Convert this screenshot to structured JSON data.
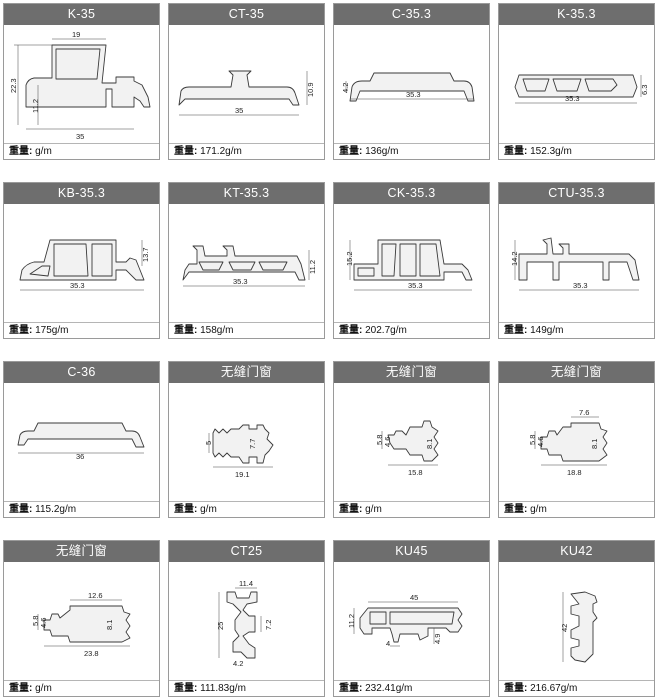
{
  "weight_label": "重量:",
  "cards": [
    {
      "title": "K-35",
      "weight": "g/m",
      "dims": [
        "19",
        "22.3",
        "11.2",
        "35"
      ]
    },
    {
      "title": "CT-35",
      "weight": "171.2g/m",
      "dims": [
        "10.9",
        "35"
      ]
    },
    {
      "title": "C-35.3",
      "weight": "136g/m",
      "dims": [
        "4.2",
        "35.3"
      ]
    },
    {
      "title": "K-35.3",
      "weight": "152.3g/m",
      "dims": [
        "6.3",
        "35.3"
      ]
    },
    {
      "title": "KB-35.3",
      "weight": "175g/m",
      "dims": [
        "13.7",
        "35.3"
      ]
    },
    {
      "title": "KT-35.3",
      "weight": "158g/m",
      "dims": [
        "11.2",
        "35.3"
      ]
    },
    {
      "title": "CK-35.3",
      "weight": "202.7g/m",
      "dims": [
        "15.2",
        "35.3"
      ]
    },
    {
      "title": "CTU-35.3",
      "weight": "149g/m",
      "dims": [
        "14.2",
        "35.3"
      ]
    },
    {
      "title": "C-36",
      "weight": "115.2g/m",
      "dims": [
        "36"
      ]
    },
    {
      "title": "无缝门窗",
      "weight": "g/m",
      "dims": [
        "5",
        "7.7",
        "19.1"
      ]
    },
    {
      "title": "无缝门窗",
      "weight": "g/m",
      "dims": [
        "5.8",
        "4.6",
        "8.1",
        "15.8"
      ]
    },
    {
      "title": "无缝门窗",
      "weight": "g/m",
      "dims": [
        "7.6",
        "5.8",
        "4.6",
        "8.1",
        "18.8"
      ]
    },
    {
      "title": "无缝门窗",
      "weight": "g/m",
      "dims": [
        "12.6",
        "5.8",
        "4.6",
        "8.1",
        "23.8"
      ]
    },
    {
      "title": "CT25",
      "weight": "111.83g/m",
      "dims": [
        "11.4",
        "25",
        "7.2",
        "4.2"
      ]
    },
    {
      "title": "KU45",
      "weight": "232.41g/m",
      "dims": [
        "45",
        "11.2",
        "4.9",
        "4"
      ]
    },
    {
      "title": "KU42",
      "weight": "216.67g/m",
      "dims": [
        "42"
      ]
    }
  ]
}
